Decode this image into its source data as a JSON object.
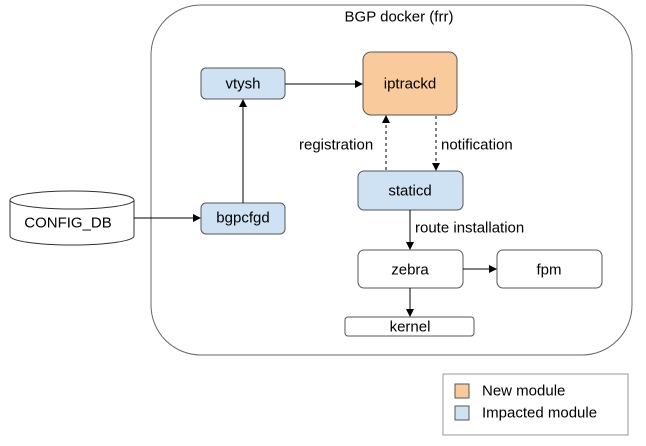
{
  "container": {
    "title": "BGP docker (frr)"
  },
  "nodes": {
    "config_db": "CONFIG_DB",
    "vtysh": "vtysh",
    "iptrackd": "iptrackd",
    "bgpcfgd": "bgpcfgd",
    "staticd": "staticd",
    "zebra": "zebra",
    "fpm": "fpm",
    "kernel": "kernel"
  },
  "edge_labels": {
    "registration": "registration",
    "notification": "notification",
    "route_installation": "route installation"
  },
  "legend": {
    "items": [
      {
        "label": "New module",
        "color": "#f9cb9c"
      },
      {
        "label": "Impacted module",
        "color": "#cfe2f3"
      }
    ]
  },
  "colors": {
    "new_module": "#f9cb9c",
    "impacted_module": "#cfe2f3",
    "plain": "#ffffff",
    "stroke": "#555555"
  }
}
